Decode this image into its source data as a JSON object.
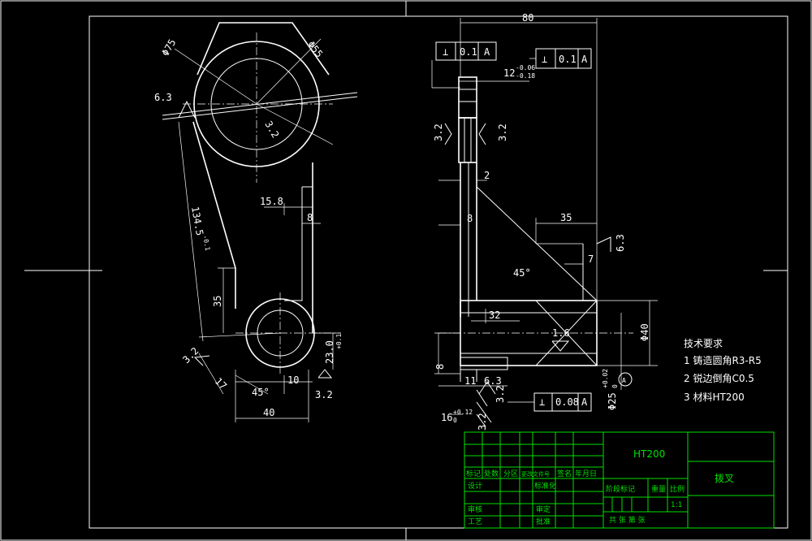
{
  "dimensions": {
    "d75": "Φ75",
    "d55": "Φ55",
    "rough_63_left": "6.3",
    "r32_center": "3.2",
    "dim_158": "15.8",
    "dim_8_left": "8",
    "dim_1345": "134.5",
    "dim_1345_tol": "-0.1",
    "dim_35_v": "35",
    "rough_32_lower": "3.2",
    "dim_17": "17",
    "dim_45deg_left": "45°",
    "dim_10": "10",
    "rough_32_bottom": "3.2",
    "dim_230": "23.0",
    "dim_230_tol": "+0.1",
    "dim_40": "40",
    "dim_80": "80",
    "tol1_sym": "⊥",
    "tol1_val": "0.1",
    "tol1_ref": "A",
    "tol2_sym": "⊥",
    "tol2_val": "0.1",
    "tol2_ref": "A",
    "dim_12": "12",
    "dim_12_up": "-0.06",
    "dim_12_dn": "-0.18",
    "rough_32_r1": "3.2",
    "rough_32_r2": "3.2",
    "dim_2": "2",
    "dim_8_right": "8",
    "dim_35_h": "35",
    "rough_63_r": "6.3",
    "dim_7": "7",
    "dim_45deg_right": "45°",
    "dim_32": "32",
    "dim_16": "1.6",
    "dim_40_phi": "Φ40",
    "dim_8_b": "8",
    "dim_11": "11",
    "rough_63_b": "6.3",
    "rough_32_b2": "3.2",
    "tol3_sym": "⊥",
    "tol3_val": "0.08",
    "tol3_ref": "A",
    "dim_25": "Φ25",
    "dim_25_tol": "+0.02",
    "dim_25_tol2": "0",
    "dim_16b": "16",
    "dim_16b_tol": "+0.12",
    "dim_16b_tol2": "0",
    "rough_32_b3": "3.2",
    "datum_a": "A"
  },
  "tech_requirements": {
    "heading": "技术要求",
    "items": [
      "1 铸造圆角R3-R5",
      "2 锐边倒角C0.5",
      "3 材料HT200"
    ]
  },
  "title_block": {
    "material": "HT200",
    "part_name": "拨叉",
    "row_labels": [
      "标记",
      "处数",
      "分区",
      "更改文件号",
      "签名",
      "年月日"
    ],
    "design": "设计",
    "std": "标准化",
    "review": "审核",
    "craft": "工艺",
    "approve": "批准",
    "audit": "审定",
    "stage": "阶段标记",
    "weight": "重量",
    "scale": "比例",
    "scale_val": "1:1",
    "sheets": "共 张 第 张"
  }
}
